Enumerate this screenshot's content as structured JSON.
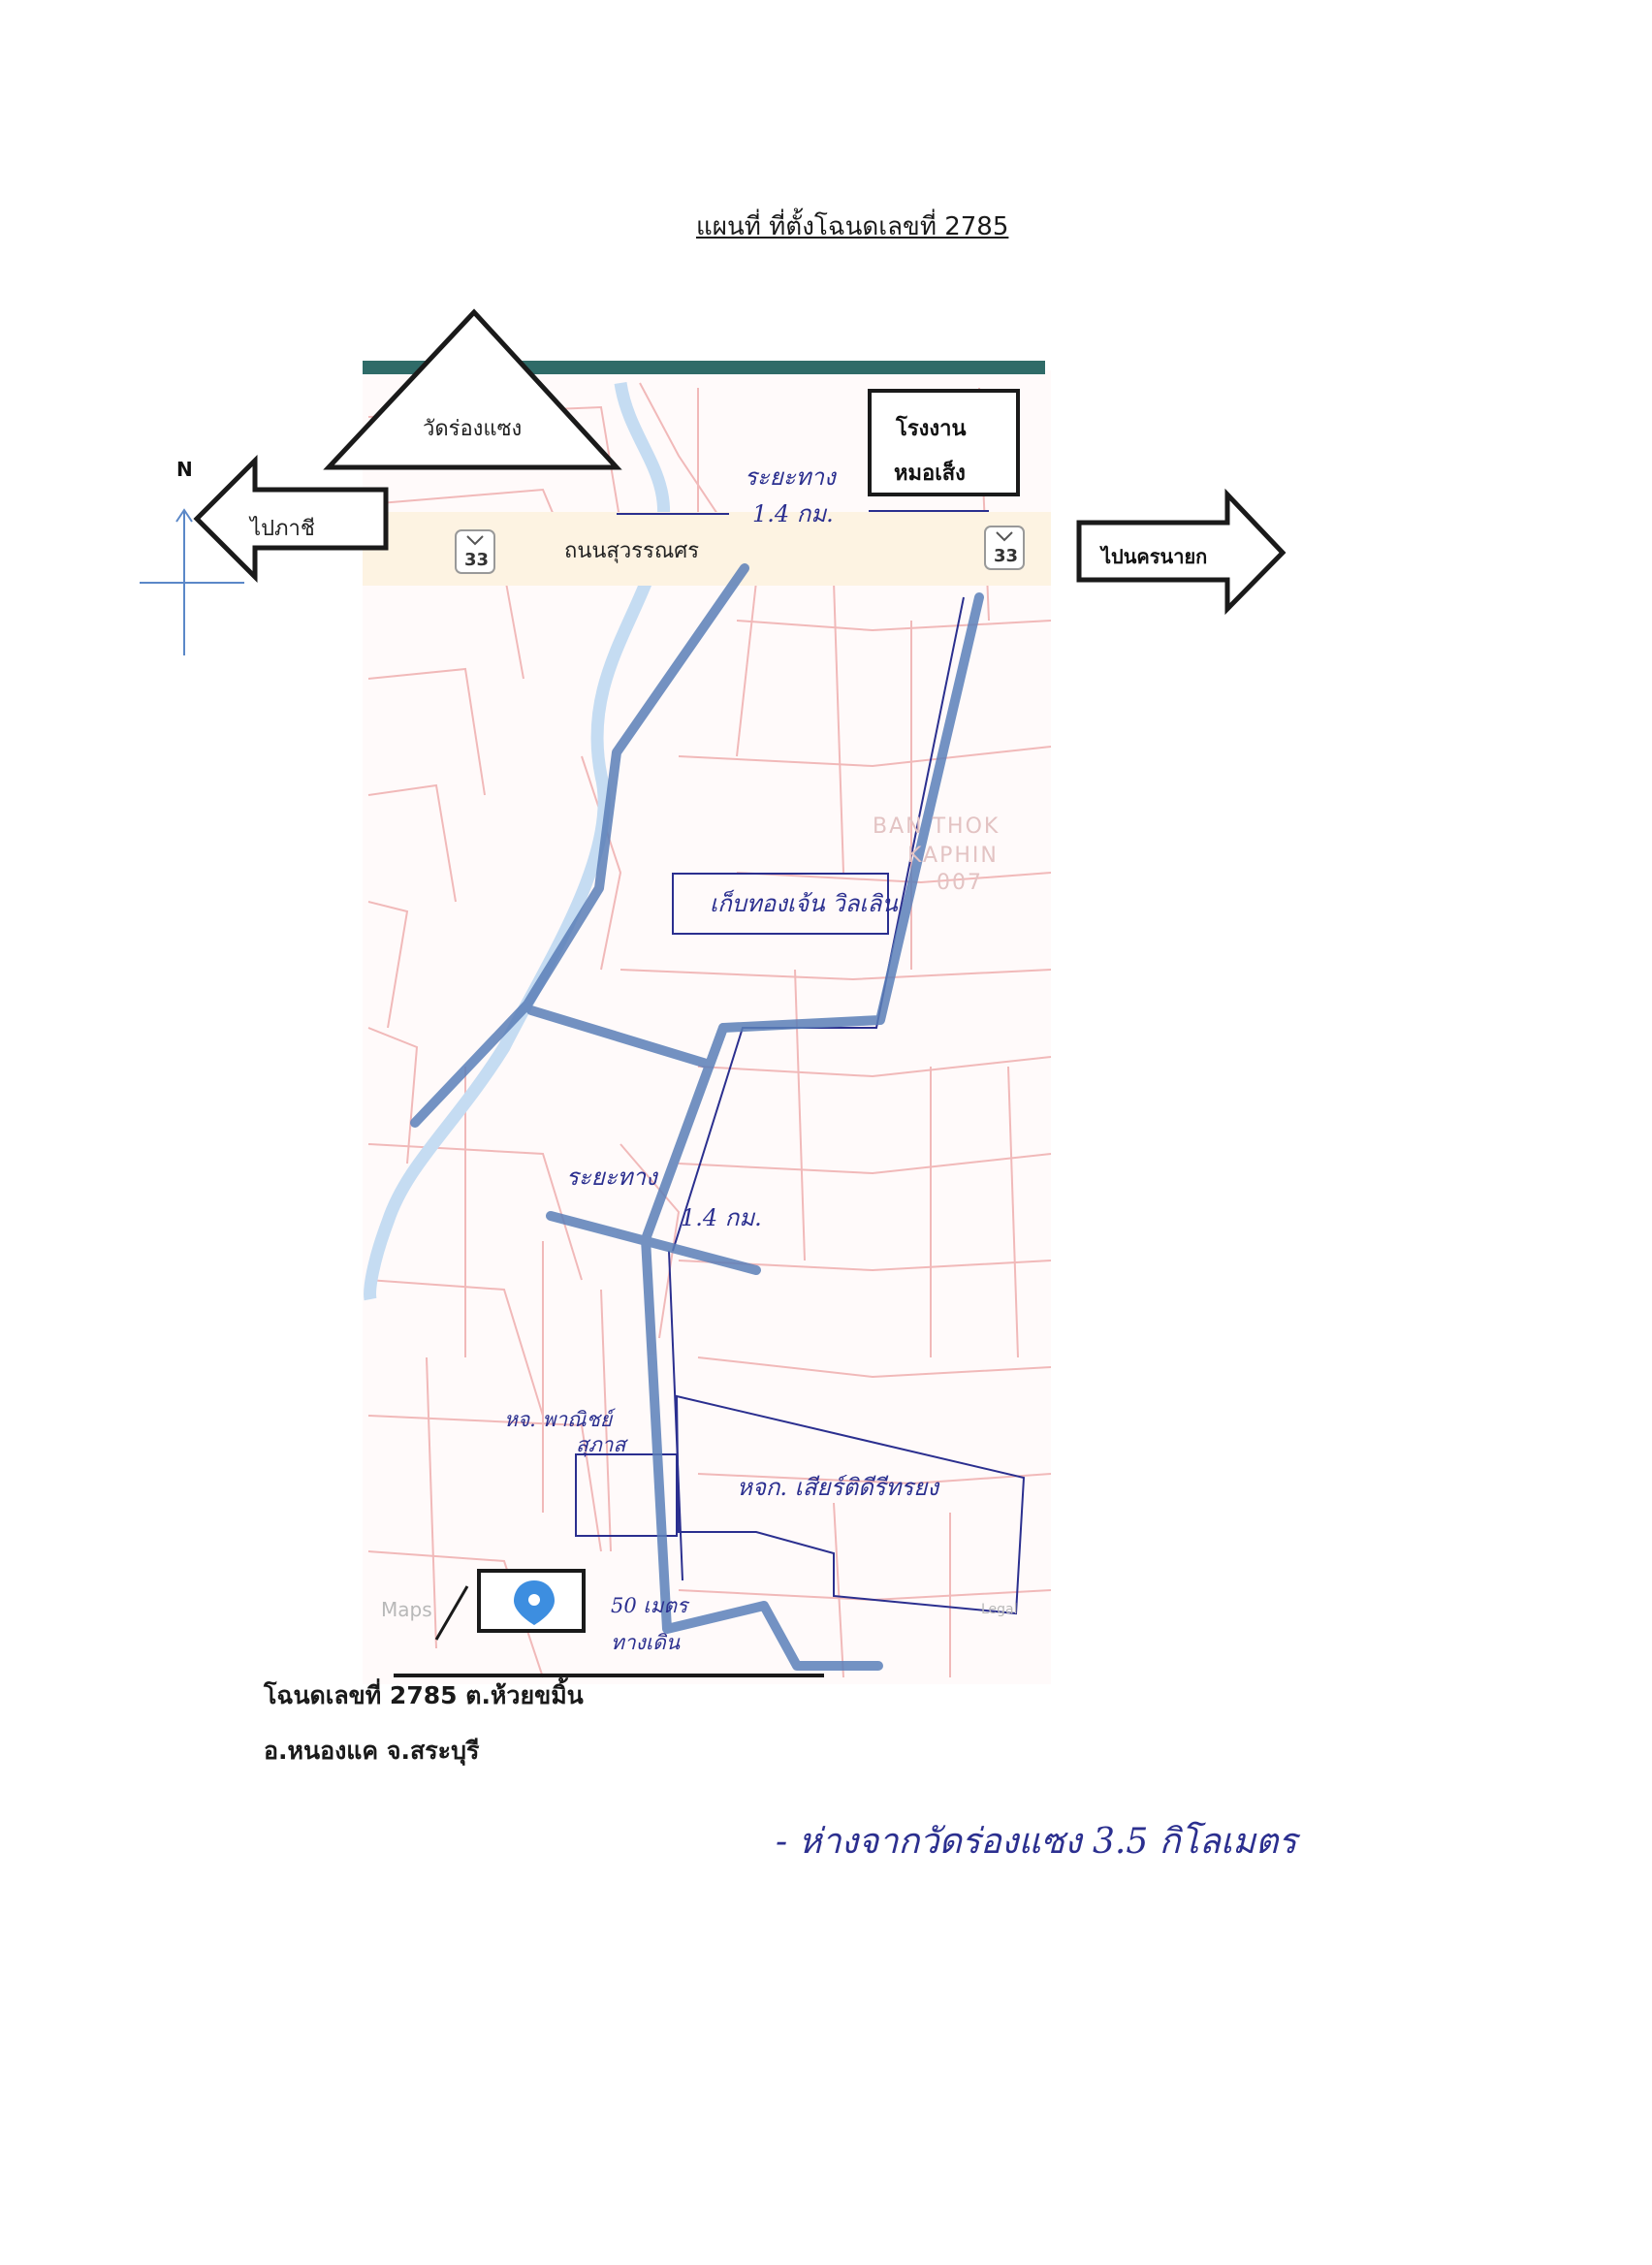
{
  "title": "แผนที่ ที่ตั้งโฉนดเลขที่ 2785",
  "north_label": "N",
  "landmarks": {
    "temple": "วัดร่องแซง",
    "factory_line1": "โรงงาน",
    "factory_line2": "หมอเส็ง",
    "road": "ถนนสุวรรณศร",
    "left_arrow": "ไปภาชี",
    "right_arrow": "ไปนครนายก",
    "highway_number": "33"
  },
  "handwritten": {
    "distance_top_line1": "ระยะทาง",
    "distance_top_line2": "1.4 กม.",
    "village": "เก็บทองเจ้น วิลเลิน",
    "distance_mid_line1": "ระยะทาง",
    "distance_mid_line2": "1.4 กม.",
    "pharmacy_line1": "หจ. พาณิชย์",
    "pharmacy_line2": "สุภาส",
    "partnership": "หจก. เสียร์ติดีรีทรยง",
    "dirt_road_line1": "50 เมตร",
    "dirt_road_line2": "ทางเดิน",
    "note": "- ห่างจากวัดร่องแซง 3.5 กิโลเมตร"
  },
  "map_faint": {
    "area_line1": "BAN THOK",
    "area_line2": "KAPHIN",
    "area_line3": "007",
    "attribution": "Maps",
    "legal": "Legal"
  },
  "deed": {
    "line1": "โฉนดเลขที่ 2785 ต.ห้วยขมิ้น",
    "line2": "อ.หนองแค จ.สระบุรี"
  },
  "colors": {
    "route": "#5b7fb8",
    "parcel_lines": "#f1b9b9",
    "river": "#c5dcf2",
    "header_bar": "#2f6b68",
    "pin": "#3d8ee0",
    "handwriting": "#2b2f8f"
  }
}
